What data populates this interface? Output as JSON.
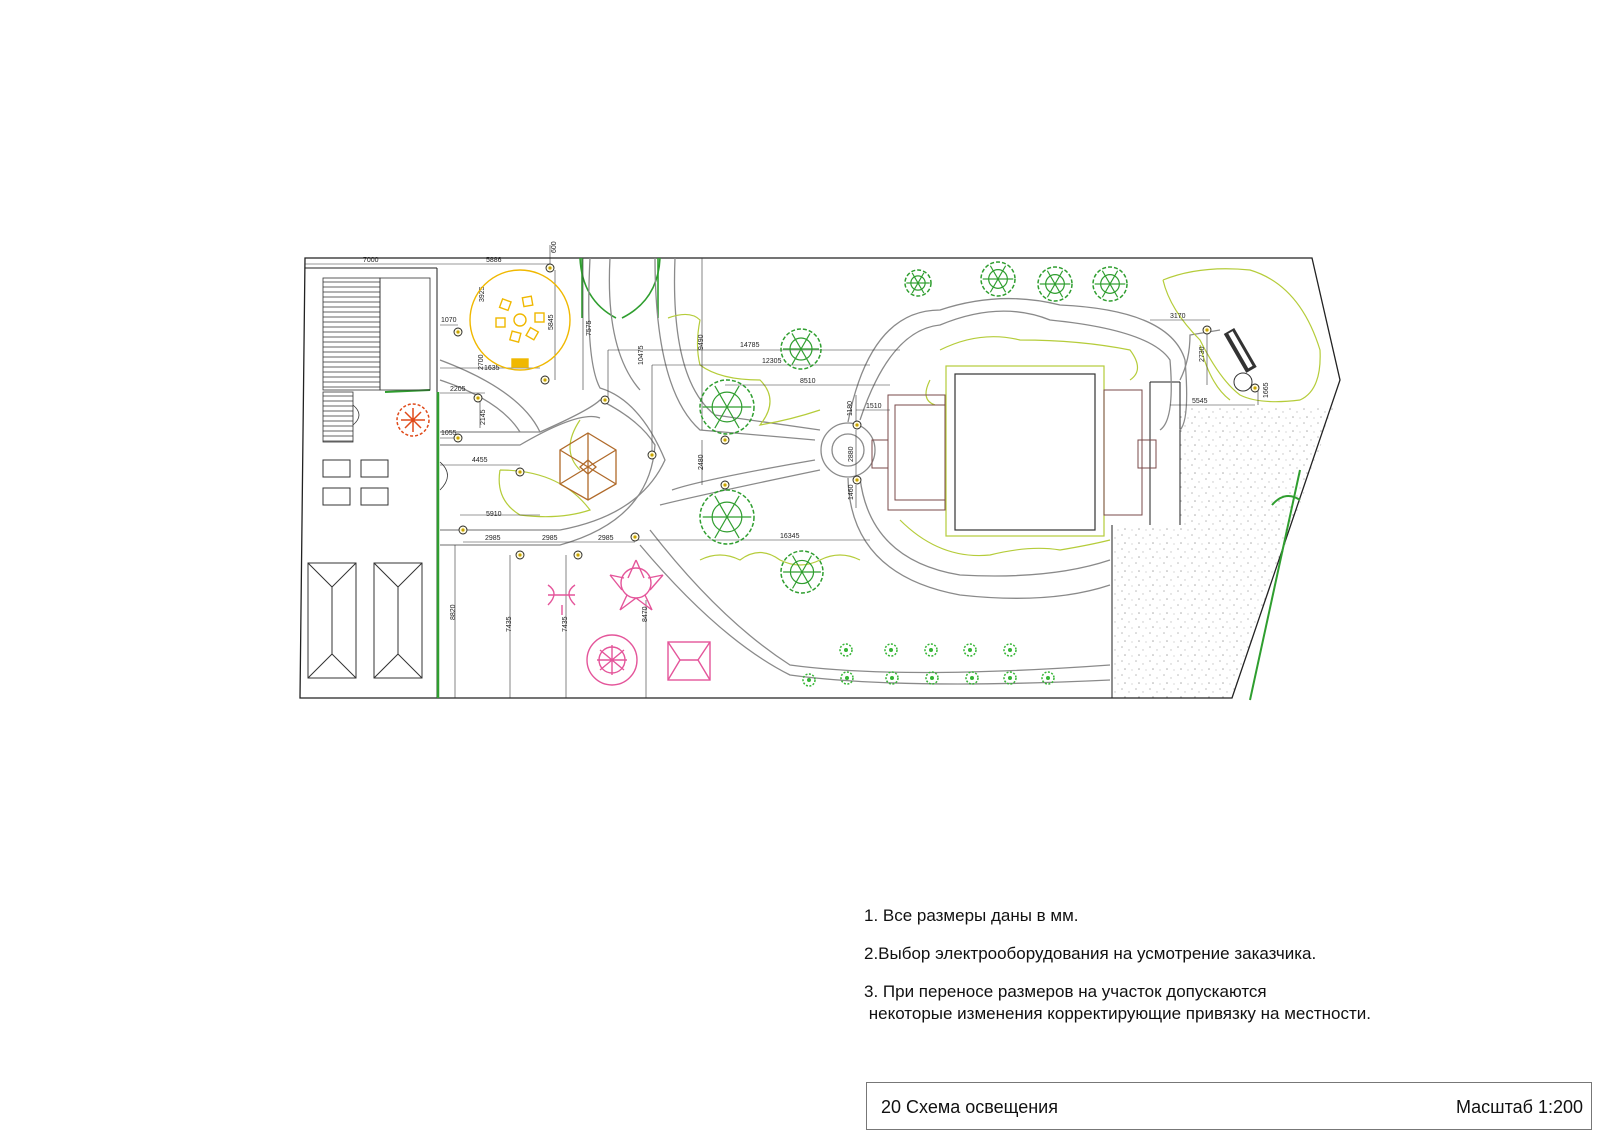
{
  "drawing": {
    "dimensions": [
      "7000",
      "5886",
      "600",
      "3925",
      "1070",
      "5845",
      "7575",
      "10475",
      "9490",
      "14785",
      "12305",
      "8510",
      "1635",
      "2205",
      "2145",
      "2700",
      "1055",
      "4455",
      "5910",
      "2985",
      "2985",
      "2985",
      "16345",
      "2480",
      "1180",
      "1510",
      "2880",
      "1460",
      "3170",
      "2730",
      "5545",
      "1665",
      "8820",
      "7435",
      "7435",
      "8470"
    ],
    "colors": {
      "line": "#222222",
      "path": "#8a8a8a",
      "lawn_edge": "#b5cc3a",
      "tree": "#2f9e2f",
      "shrub": "#35b535",
      "red_tree": "#e04a1a",
      "play": "#e4559a",
      "gazebo": "#b06a2a",
      "fire": "#f0b800",
      "gravel": "#b8b8b8",
      "lamp": "#c9a400"
    },
    "icons": [
      "lamp-icon",
      "tree-icon",
      "shrub-icon",
      "gazebo-icon",
      "bench-icon",
      "car-icon",
      "stairs-icon"
    ]
  },
  "notes": {
    "n1": "1. Все размеры даны в мм.",
    "n2": "2.Выбор электрооборудования на усмотрение заказчика.",
    "n3": "3. При переносе размеров на участок допускаются\n некоторые изменения корректирующие привязку на местности."
  },
  "title_block": {
    "title": "20 Схема освещения",
    "scale": "Масштаб 1:200"
  }
}
